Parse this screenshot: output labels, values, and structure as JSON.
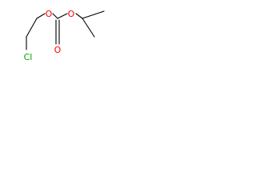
{
  "molecule": {
    "atom_labels": [
      {
        "id": "o_ester_left",
        "text": "O",
        "color": "#ff0000"
      },
      {
        "id": "o_ester_right",
        "text": "O",
        "color": "#ff0000"
      },
      {
        "id": "o_carbonyl",
        "text": "O",
        "color": "#ff0000"
      },
      {
        "id": "chlorine",
        "text": "Cl",
        "color": "#00a000"
      }
    ],
    "bond_color": "#000000"
  }
}
